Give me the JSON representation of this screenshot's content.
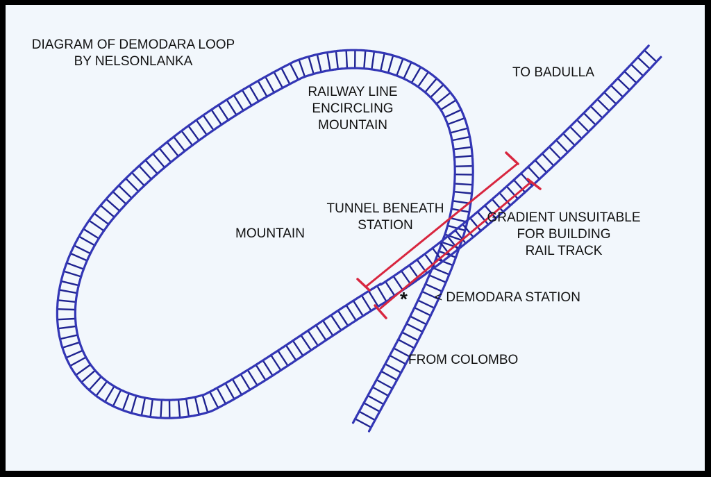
{
  "title": {
    "line1": "DIAGRAM OF DEMODARA LOOP",
    "line2": "BY NELSONLANKA"
  },
  "labels": {
    "to_badulla": "TO BADULLA",
    "railway_line": [
      "RAILWAY LINE",
      "ENCIRCLING",
      "MOUNTAIN"
    ],
    "tunnel": [
      "TUNNEL BENEATH",
      "STATION"
    ],
    "mountain": "MOUNTAIN",
    "gradient": [
      "GRADIENT UNSUITABLE",
      "FOR BUILDING",
      "RAIL TRACK"
    ],
    "station": "< DEMODARA STATION",
    "station_marker": "*",
    "from_colombo": "FROM COLOMBO"
  },
  "colors": {
    "track": "#3336b5",
    "sleeper": "#1f2390",
    "gradient_line": "#d8263f",
    "background": "#f2f7fc",
    "border": "#000000"
  }
}
